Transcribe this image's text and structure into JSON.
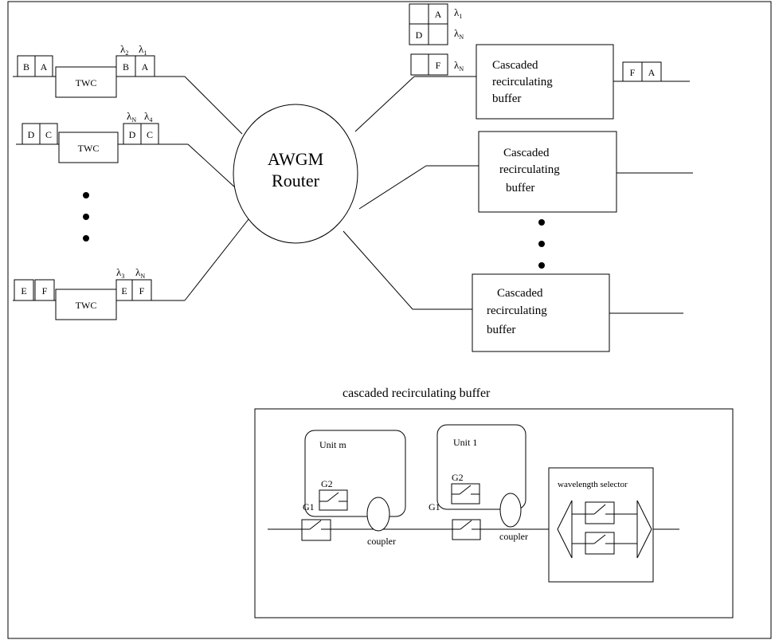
{
  "router": {
    "line1": "AWGM",
    "line2": "Router"
  },
  "twc_label": "TWC",
  "lambda_symbol": "λ",
  "sub": {
    "one": "1",
    "two": "2",
    "three": "3",
    "four": "4",
    "n": "N"
  },
  "packets": {
    "a": "A",
    "b": "B",
    "c": "C",
    "d": "D",
    "e": "E",
    "f": "F"
  },
  "buffer": {
    "line1": "Cascaded",
    "line2": "recirculating",
    "line3": "buffer"
  },
  "detail": {
    "caption": "cascaded recirculating buffer",
    "unit_m": "Unit m",
    "unit_1": "Unit 1",
    "g1": "G1",
    "g2": "G2",
    "coupler": "coupler",
    "wavelength_selector": "wavelength selector"
  }
}
